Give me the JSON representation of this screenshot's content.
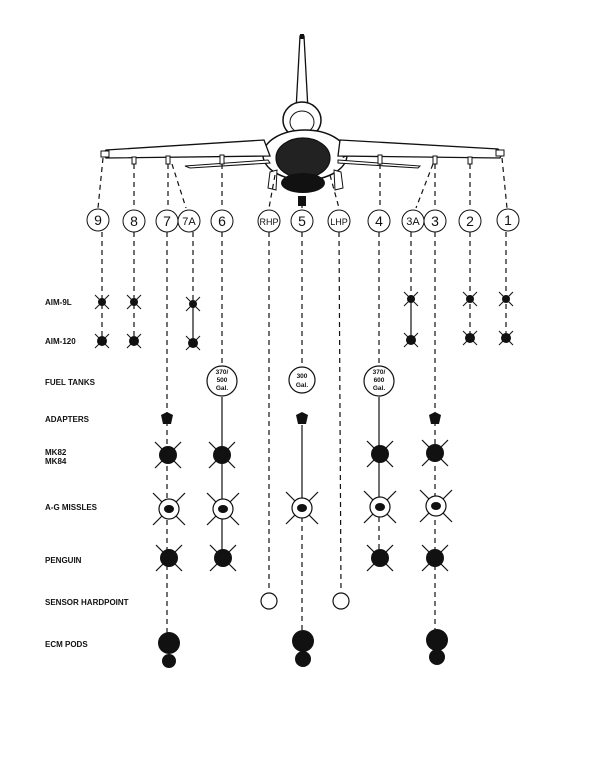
{
  "stations": [
    {
      "id": "9",
      "label": "9"
    },
    {
      "id": "8",
      "label": "8"
    },
    {
      "id": "7",
      "label": "7"
    },
    {
      "id": "7A",
      "label": "7A"
    },
    {
      "id": "6",
      "label": "6"
    },
    {
      "id": "RHP",
      "label": "RHP"
    },
    {
      "id": "5",
      "label": "5"
    },
    {
      "id": "LHP",
      "label": "LHP"
    },
    {
      "id": "4",
      "label": "4"
    },
    {
      "id": "3A",
      "label": "3A"
    },
    {
      "id": "3",
      "label": "3"
    },
    {
      "id": "2",
      "label": "2"
    },
    {
      "id": "1",
      "label": "1"
    }
  ],
  "rows": [
    {
      "id": "aim9l",
      "label": "AIM-9L"
    },
    {
      "id": "aim120",
      "label": "AIM-120"
    },
    {
      "id": "fuel",
      "label": "FUEL TANKS"
    },
    {
      "id": "adapters",
      "label": "ADAPTERS"
    },
    {
      "id": "mk82",
      "label": "MK82"
    },
    {
      "id": "mk84",
      "label": "MK84"
    },
    {
      "id": "ag",
      "label": "A-G MISSLES"
    },
    {
      "id": "penguin",
      "label": "PENGUIN"
    },
    {
      "id": "sensor",
      "label": "SENSOR HARDPOINT"
    },
    {
      "id": "ecm",
      "label": "ECM PODS"
    }
  ],
  "tanks": {
    "t6": [
      "370/",
      "500",
      "Gal."
    ],
    "t5": [
      "300",
      "Gal."
    ],
    "t4": [
      "370/",
      "600",
      "Gal."
    ]
  }
}
